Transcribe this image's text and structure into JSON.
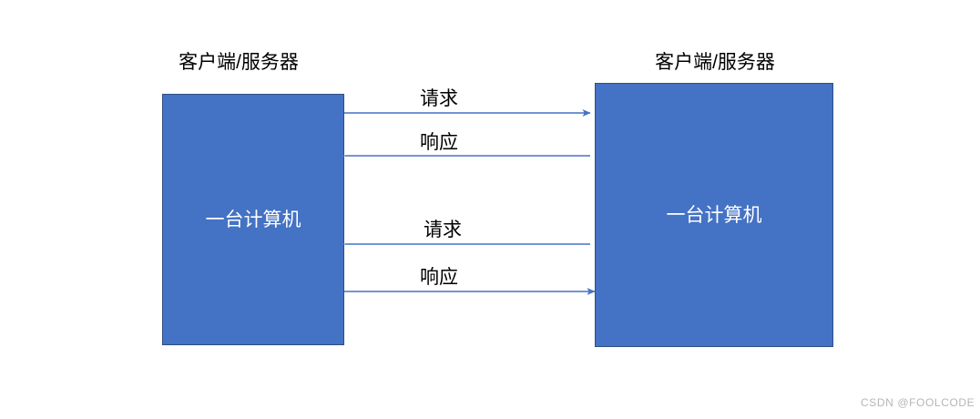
{
  "diagram": {
    "colors": {
      "box_fill": "#4472C4",
      "box_stroke": "#2E4E82",
      "arrow": "#4472C4",
      "text": "#000000",
      "box_text": "#FFFFFF",
      "background": "#FFFFFF",
      "watermark": "#B6B6B6"
    },
    "nodes": [
      {
        "id": "left",
        "title": "客户端/服务器",
        "box_label": "一台计算机"
      },
      {
        "id": "right",
        "title": "客户端/服务器",
        "box_label": "一台计算机"
      }
    ],
    "edges": [
      {
        "id": "edge-1",
        "label": "请求",
        "direction": "right"
      },
      {
        "id": "edge-2",
        "label": "响应",
        "direction": "left"
      },
      {
        "id": "edge-3",
        "label": "请求",
        "direction": "left"
      },
      {
        "id": "edge-4",
        "label": "响应",
        "direction": "right"
      }
    ],
    "watermark": "CSDN @FOOLCODE"
  }
}
